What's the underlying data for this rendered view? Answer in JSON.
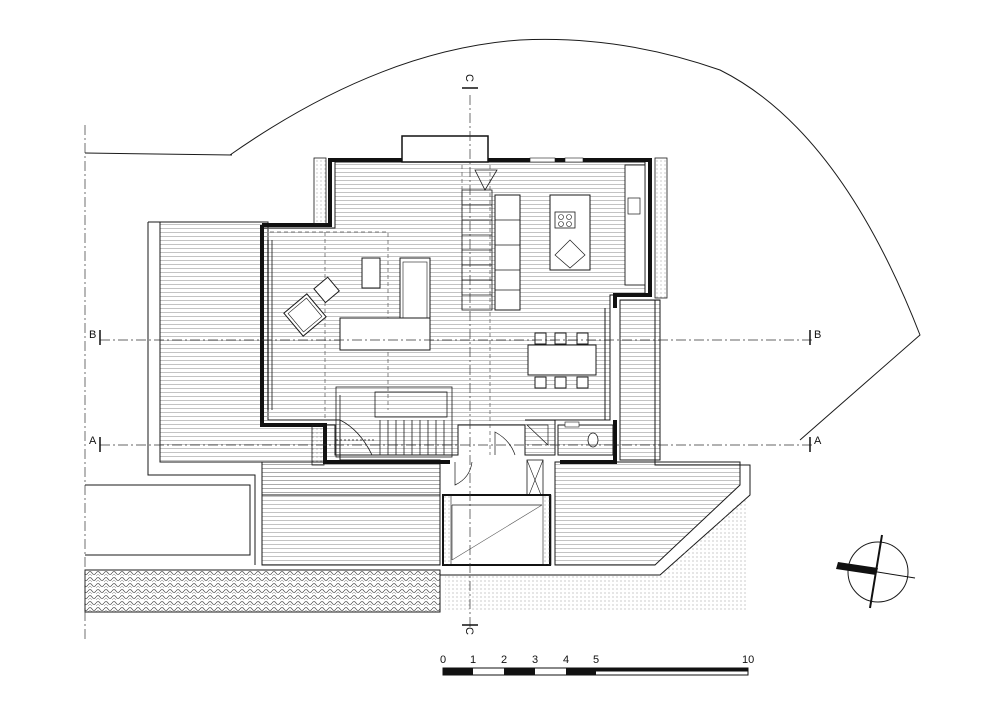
{
  "section_markers": {
    "a_left": "A",
    "a_right": "A",
    "b_left": "B",
    "b_right": "B",
    "c_top": "C",
    "c_bottom": "C"
  },
  "scale_bar": {
    "ticks": [
      "0",
      "1",
      "2",
      "3",
      "4",
      "5",
      "10"
    ]
  },
  "colors": {
    "line": "#1a1a1a",
    "wall": "#111111",
    "hatch": "#9a9a9a",
    "background": "#ffffff"
  },
  "icons": {
    "north_arrow": "north-arrow-icon"
  }
}
